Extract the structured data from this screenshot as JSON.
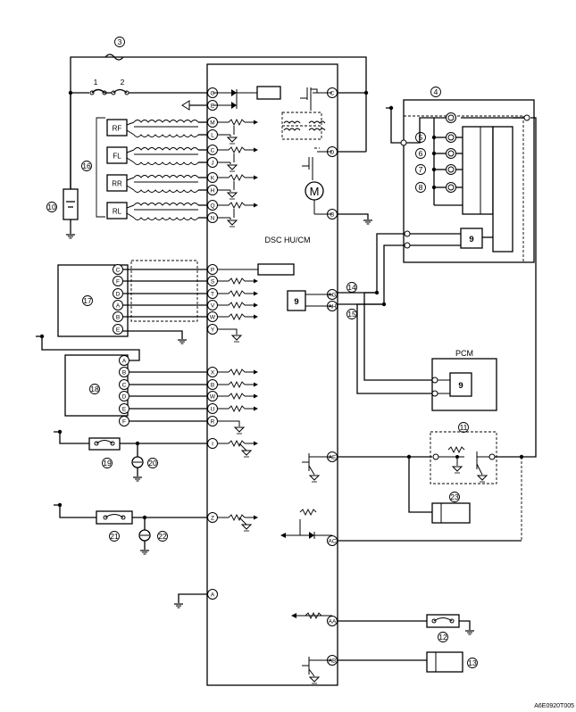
{
  "module": {
    "title": "DSC HU/CM"
  },
  "pcm": {
    "title": "PCM"
  },
  "code": "A6E0920T005",
  "callouts": {
    "c1": "1",
    "c2": "2",
    "c3": "3",
    "c4": "4",
    "c5": "5",
    "c6": "6",
    "c7": "7",
    "c8": "8",
    "c10": "10",
    "c11": "11",
    "c12": "12",
    "c13": "13",
    "c14": "14",
    "c15": "15",
    "c16": "16",
    "c17": "17",
    "c18": "18",
    "c19": "19",
    "c20": "20",
    "c21": "21",
    "c22": "22",
    "c23": "23"
  },
  "nine": {
    "a": "9",
    "b": "9",
    "c": "9"
  },
  "sensors": {
    "rf": "RF",
    "fl": "FL",
    "rr": "RR",
    "rl": "RL"
  },
  "motor": "M",
  "module_pins_left": [
    "G",
    "E",
    "M",
    "L",
    "C",
    "J",
    "K",
    "H",
    "Q",
    "N",
    "P",
    "S",
    "T",
    "V",
    "W",
    "Y",
    "X",
    "B",
    "W",
    "U",
    "R",
    "I",
    "Z",
    "A"
  ],
  "module_pins_right": [
    "C",
    "D",
    "B",
    "AG",
    "AH",
    "AE",
    "AC",
    "AA",
    "AB"
  ],
  "box17_pins": [
    "C",
    "F",
    "D",
    "A",
    "B",
    "E"
  ],
  "box18_pins": [
    "A",
    "B",
    "C",
    "D",
    "E",
    "F"
  ]
}
